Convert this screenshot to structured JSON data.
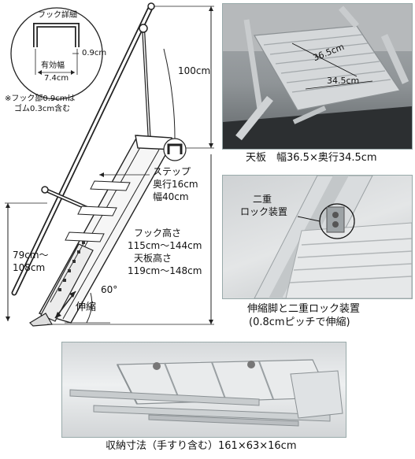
{
  "diagram": {
    "hook_detail_title": "フック詳細",
    "hook_gap": "0.9cm",
    "effective_width_label": "有効幅",
    "effective_width_value": "7.4cm",
    "hook_note_line1": "※フック部0.9cmは",
    "hook_note_line2": "ゴム0.3cm含む",
    "height_total": "100cm",
    "step_label": "ステップ",
    "step_depth": "奥行16cm",
    "step_width": "幅40cm",
    "hook_height_label": "フック高さ",
    "hook_height_range": "115cm～144cm",
    "top_height_label": "天板高さ",
    "top_height_range": "119cm～148cm",
    "leg_range_line1": "79cm～",
    "leg_range_line2": "108cm",
    "angle": "60°",
    "telescoping": "伸縮"
  },
  "photo_top": {
    "dim_a": "36.5cm",
    "dim_b": "34.5cm",
    "caption": "天板　幅36.5×奥行34.5cm"
  },
  "photo_lock": {
    "callout_line1": "二重",
    "callout_line2": "ロック装置",
    "caption_line1": "伸縮脚と二重ロック装置",
    "caption_line2": "(0.8cmピッチで伸縮)"
  },
  "photo_storage": {
    "caption": "収納寸法（手すり含む）161×63×16cm"
  }
}
